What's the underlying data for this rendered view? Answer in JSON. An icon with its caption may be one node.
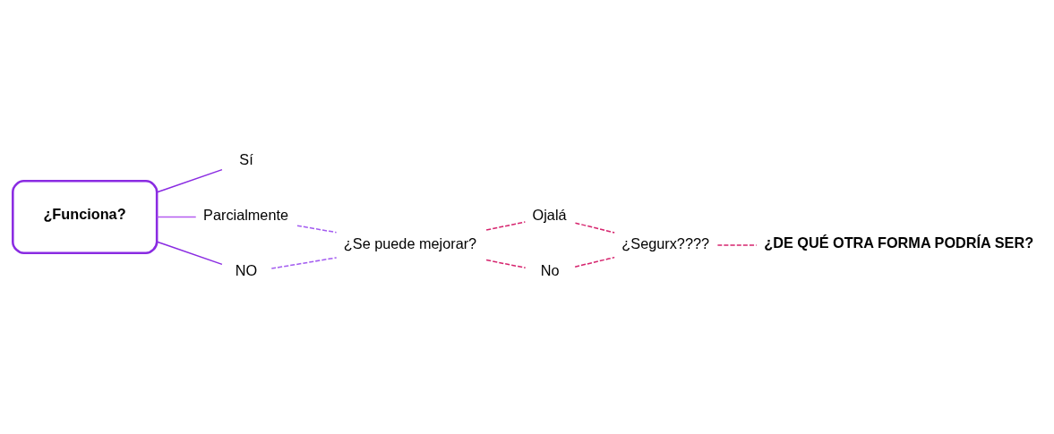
{
  "diagram": {
    "nodes": [
      {
        "text": [
          "¿Funciona?"
        ]
      },
      {
        "text": [
          "Sí"
        ]
      },
      {
        "text": [
          "Parcialmente"
        ]
      },
      {
        "text": [
          "NO"
        ]
      },
      {
        "text": [
          "¿Se puede mejorar?"
        ]
      },
      {
        "text": [
          "Ojalá"
        ]
      },
      {
        "text": [
          "No"
        ]
      },
      {
        "text": [
          "¿Segurx????"
        ]
      },
      {
        "text": [
          "¿DE QUÉ OTRA FORMA PODRÍA SER?"
        ]
      }
    ],
    "edges": [
      {
        "from": 0,
        "to": 1,
        "arrow": "none",
        "color": "#8a2be2"
      },
      {
        "from": 0,
        "to": 2,
        "arrow": "none",
        "color": "#b45cf0"
      },
      {
        "from": 0,
        "to": 3,
        "arrow": "none",
        "color": "#8a2be2"
      },
      {
        "from": 2,
        "to": 4,
        "arrow": "none",
        "style": "dashed",
        "color": "#a35cf0"
      },
      {
        "from": 3,
        "to": 4,
        "arrow": "none",
        "style": "dashed",
        "color": "#a35cf0"
      },
      {
        "from": 4,
        "to": 5,
        "arrow": "none",
        "style": "dashed"
      },
      {
        "from": 4,
        "to": 6,
        "arrow": "none",
        "style": "dashed"
      },
      {
        "from": 5,
        "to": 7,
        "arrow": "none",
        "style": "dashed"
      },
      {
        "from": 6,
        "to": 7,
        "arrow": "none",
        "style": "dashed"
      },
      {
        "from": 7,
        "to": 8,
        "arrow": "none",
        "style": "dashed"
      }
    ]
  }
}
